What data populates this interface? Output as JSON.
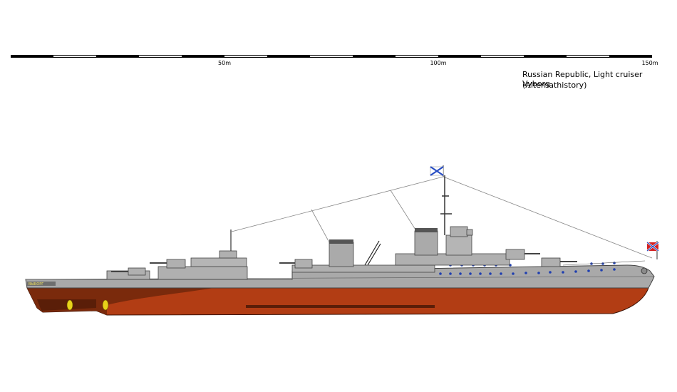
{
  "scale": {
    "labels": [
      "50m",
      "100m",
      "150m"
    ]
  },
  "caption": {
    "title": "Russian Republic, Light cruiser Vyborg",
    "subtitle": "(Alternathistory)"
  },
  "ship": {
    "name_plate": "ВЫБОРГ",
    "colors": {
      "hull_upper": "#a8a8a8",
      "hull_lower": "#b23d14",
      "hull_dark": "#5a1e08",
      "superstructure": "#b0b0b0",
      "portholes": "#1f3fb0",
      "propeller": "#e8d21a"
    },
    "flags": [
      "st-andrew-ensign",
      "jack-flag"
    ]
  }
}
